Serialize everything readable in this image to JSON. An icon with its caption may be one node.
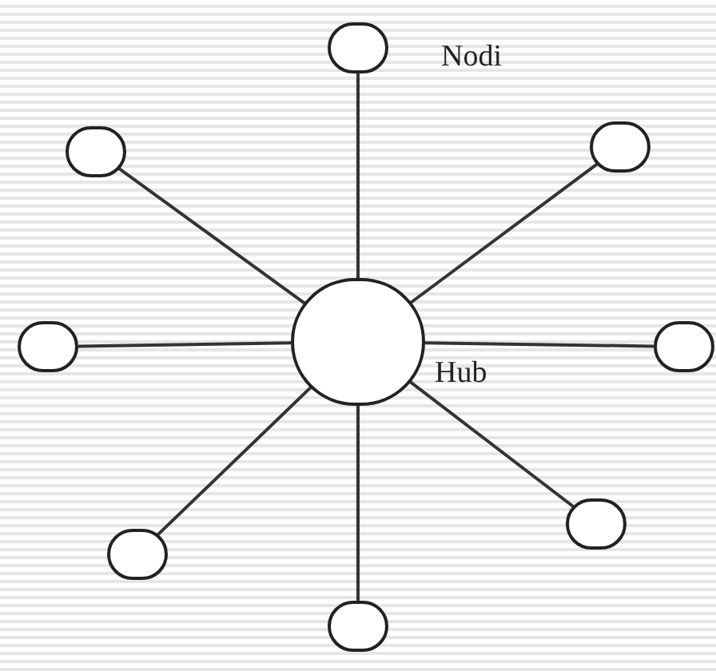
{
  "diagram": {
    "nodes": [
      {
        "text": [],
        "shape": "circle"
      },
      {
        "text": [],
        "shape": "circle"
      },
      {
        "text": [],
        "shape": "circle"
      },
      {
        "text": [],
        "shape": "circle"
      },
      {
        "text": [],
        "shape": "circle",
        "beside": [
          "Hub"
        ]
      },
      {
        "text": [],
        "shape": "circle"
      },
      {
        "text": [],
        "shape": "circle"
      },
      {
        "text": [],
        "shape": "circle"
      },
      {
        "text": [],
        "shape": "circle"
      }
    ],
    "edges": [
      {
        "from": 4,
        "to": 0,
        "arrow": "none"
      },
      {
        "from": 4,
        "to": 1,
        "arrow": "none"
      },
      {
        "from": 4,
        "to": 2,
        "arrow": "none"
      },
      {
        "from": 4,
        "to": 3,
        "arrow": "none"
      },
      {
        "from": 4,
        "to": 5,
        "arrow": "none"
      },
      {
        "from": 4,
        "to": 6,
        "arrow": "none"
      },
      {
        "from": 4,
        "to": 7,
        "arrow": "none"
      },
      {
        "from": 4,
        "to": 8,
        "arrow": "none"
      }
    ],
    "labels": [
      "Nodi"
    ]
  }
}
